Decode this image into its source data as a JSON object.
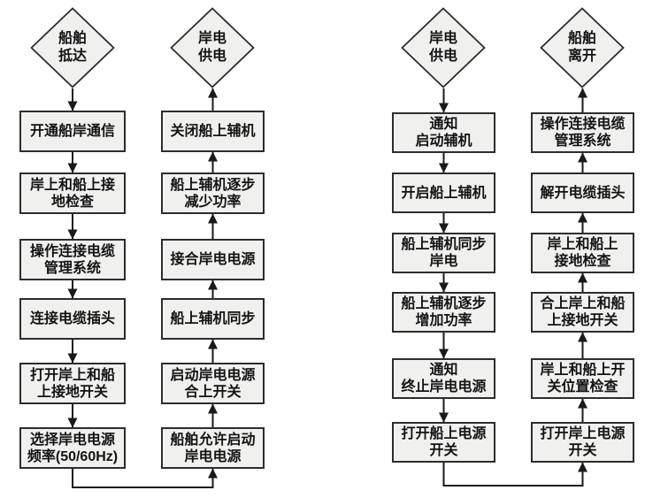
{
  "colors": {
    "background": "#ffffff",
    "node_fill": "#f0f0ef",
    "node_border": "#2d2d2d",
    "text": "#131313",
    "arrow": "#1a1a1a"
  },
  "columns": [
    {
      "id": "ship-arrival",
      "direction": "down",
      "terminal": {
        "lines": [
          "船舶",
          "抵达"
        ]
      },
      "steps": [
        {
          "lines": [
            "开通船岸通信"
          ]
        },
        {
          "lines": [
            "岸上和船上接",
            "地检查"
          ]
        },
        {
          "lines": [
            "操作连接电缆",
            "管理系统"
          ]
        },
        {
          "lines": [
            "连接电缆插头"
          ]
        },
        {
          "lines": [
            "打开岸上和船",
            "上接地开关"
          ]
        },
        {
          "lines": [
            "选择岸电电源",
            "频率(50/60Hz)"
          ]
        }
      ]
    },
    {
      "id": "shore-power-on",
      "direction": "up",
      "terminal": {
        "lines": [
          "岸电",
          "供电"
        ]
      },
      "steps": [
        {
          "lines": [
            "关闭船上辅机"
          ]
        },
        {
          "lines": [
            "船上辅机逐步",
            "减少功率"
          ]
        },
        {
          "lines": [
            "接合岸电电源"
          ]
        },
        {
          "lines": [
            "船上辅机同步"
          ]
        },
        {
          "lines": [
            "启动岸电电源",
            "合上开关"
          ]
        },
        {
          "lines": [
            "船舶允许启动",
            "岸电电源"
          ]
        }
      ]
    },
    {
      "id": "shore-power-supply",
      "direction": "down",
      "terminal": {
        "lines": [
          "岸电",
          "供电"
        ]
      },
      "steps": [
        {
          "lines": [
            "通知",
            "启动辅机"
          ]
        },
        {
          "lines": [
            "开启船上辅机"
          ]
        },
        {
          "lines": [
            "船上辅机同步",
            "岸电"
          ]
        },
        {
          "lines": [
            "船上辅机逐步",
            "增加功率"
          ]
        },
        {
          "lines": [
            "通知",
            "终止岸电电源"
          ]
        },
        {
          "lines": [
            "打开船上电源",
            "开关"
          ]
        }
      ]
    },
    {
      "id": "ship-departure",
      "direction": "up",
      "terminal": {
        "lines": [
          "船舶",
          "离开"
        ]
      },
      "steps": [
        {
          "lines": [
            "操作连接电缆",
            "管理系统"
          ]
        },
        {
          "lines": [
            "解开电缆插头"
          ]
        },
        {
          "lines": [
            "岸上和船上",
            "接地检查"
          ]
        },
        {
          "lines": [
            "合上岸上和船",
            "上接地开关"
          ]
        },
        {
          "lines": [
            "岸上和船上开",
            "关位置检查"
          ]
        },
        {
          "lines": [
            "打开岸上电源",
            "开关"
          ]
        }
      ]
    }
  ]
}
